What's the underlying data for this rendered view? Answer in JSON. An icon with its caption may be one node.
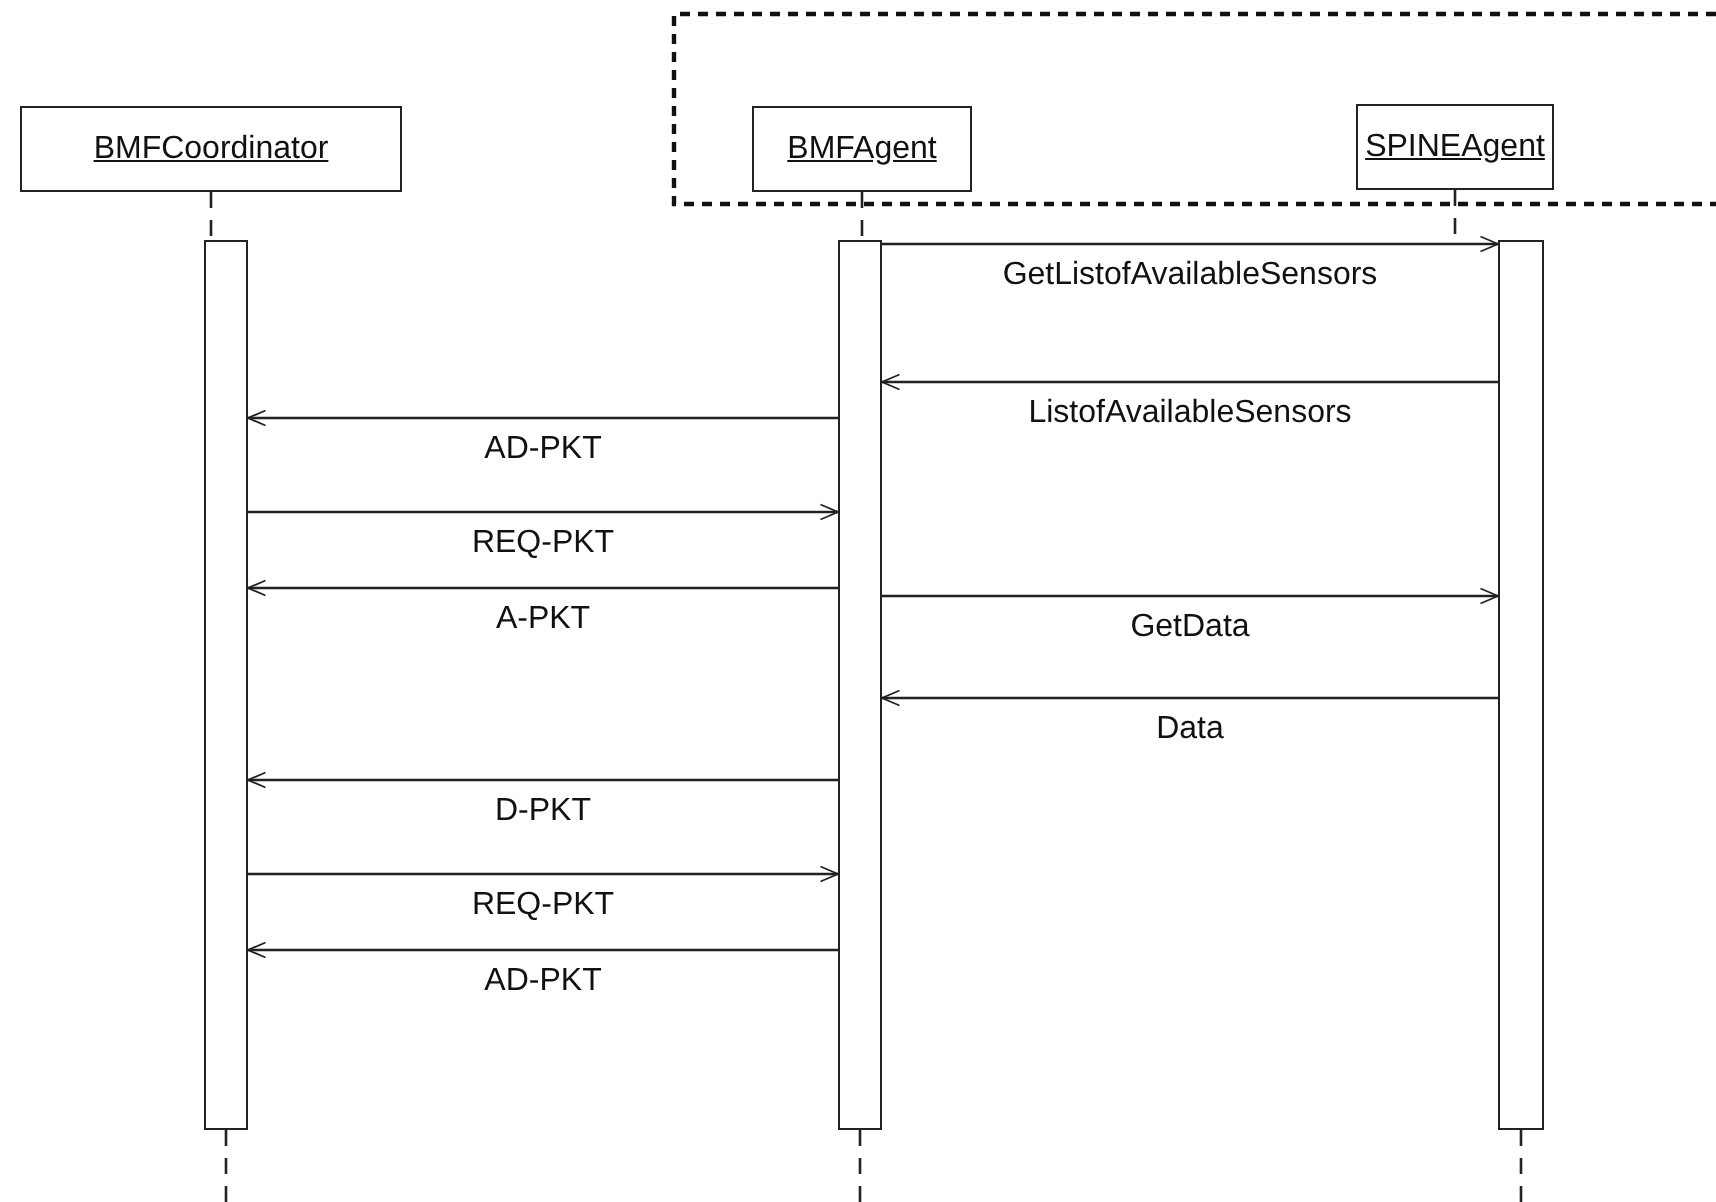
{
  "diagram": {
    "nodes": [
      {
        "text": [
          "BMFCoordinator"
        ]
      },
      {
        "text": [],
        "shape": "box"
      },
      {
        "text": [
          "BMFAgent"
        ],
        "in": 1
      },
      {
        "text": [
          "SPINEAgent"
        ],
        "in": 1
      },
      {
        "text": [],
        "shape": "bar"
      },
      {
        "text": [],
        "shape": "bar"
      },
      {
        "text": [],
        "shape": "bar"
      }
    ],
    "edges": [
      {
        "from": 0,
        "to": 4,
        "arrow": "none",
        "style": "dashed"
      },
      {
        "from": 2,
        "to": 5,
        "arrow": "none",
        "style": "dashed"
      },
      {
        "from": 3,
        "to": 6,
        "arrow": "none",
        "style": "dashed"
      },
      {
        "from": 5,
        "to": 6,
        "arrow": "to",
        "label": "GetListofAvailableSensors"
      },
      {
        "from": 6,
        "to": 5,
        "arrow": "to",
        "label": "ListofAvailableSensors"
      },
      {
        "from": 5,
        "to": 4,
        "arrow": "to",
        "label": "AD-PKT"
      },
      {
        "from": 4,
        "to": 5,
        "arrow": "to",
        "label": "REQ-PKT"
      },
      {
        "from": 5,
        "to": 4,
        "arrow": "to",
        "label": "A-PKT"
      },
      {
        "from": 5,
        "to": 6,
        "arrow": "to",
        "label": "GetData"
      },
      {
        "from": 6,
        "to": 5,
        "arrow": "to",
        "label": "Data"
      },
      {
        "from": 5,
        "to": 4,
        "arrow": "to",
        "label": "D-PKT"
      },
      {
        "from": 4,
        "to": 5,
        "arrow": "to",
        "label": "REQ-PKT"
      },
      {
        "from": 5,
        "to": 4,
        "arrow": "to",
        "label": "AD-PKT"
      },
      {
        "from": 4,
        "to": null,
        "arrow": "none",
        "style": "dashed"
      },
      {
        "from": 5,
        "to": null,
        "arrow": "none",
        "style": "dashed"
      },
      {
        "from": 6,
        "to": null,
        "arrow": "none",
        "style": "dashed"
      }
    ]
  }
}
